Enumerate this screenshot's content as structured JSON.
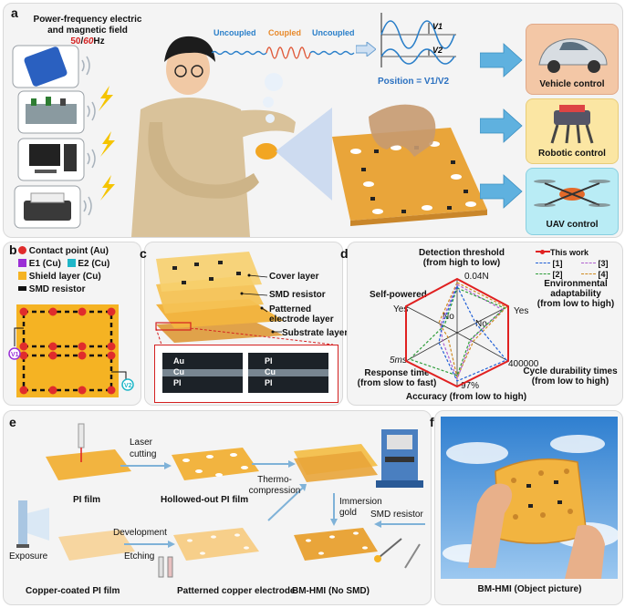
{
  "panel_a": {
    "label": "a",
    "field_line1": "Power-frequency electric",
    "field_line2": "and magnetic field",
    "freq_a": "50",
    "freq_sep": "/",
    "freq_b": "60",
    "freq_unit": "Hz",
    "uncoupled_left": "Uncoupled",
    "coupled": "Coupled",
    "uncoupled_right": "Uncoupled",
    "v1": "V1",
    "v2": "V2",
    "position_formula": "Position = V1/V2",
    "outputs": [
      "Vehicle control",
      "Robotic control",
      "UAV control"
    ]
  },
  "panel_b": {
    "label": "b",
    "legend": [
      "Contact point (Au)",
      "E1 (Cu)",
      "E2 (Cu)",
      "Shield layer (Cu)",
      "SMD resistor"
    ],
    "v1_tag": "V1",
    "v2_tag": "V2"
  },
  "panel_c": {
    "label": "c",
    "layers": [
      "Cover layer",
      "SMD resistor",
      "Patterned electrode layer",
      "Substrate layer"
    ],
    "micro_left": [
      "Au",
      "Cu",
      "PI"
    ],
    "micro_right": [
      "PI",
      "Cu",
      "PI"
    ]
  },
  "panel_d": {
    "label": "d",
    "axes": [
      {
        "title": "Detection threshold",
        "sub": "(from high to low)",
        "value": "0.04N"
      },
      {
        "title": "Environmental adaptability",
        "sub": "(from low to high)",
        "value": "Yes"
      },
      {
        "title": "Cycle durability times",
        "sub": "(from low to high)",
        "value": "400000"
      },
      {
        "title": "Accuracy (from low to high)",
        "sub": "",
        "value": "97%"
      },
      {
        "title": "Response time",
        "sub": "(from slow to fast)",
        "value": "5ms"
      },
      {
        "title": "Self-powered",
        "sub": "",
        "value": "Yes"
      }
    ],
    "inner_labels": [
      "No",
      "No"
    ],
    "legend": [
      "This work",
      "[1]",
      "[3]",
      "[2]",
      "[4]"
    ],
    "colors": {
      "this_work": "#e02020",
      "ref1": "#1f5fd6",
      "ref2": "#2e9e3a",
      "ref3": "#b060d0",
      "ref4": "#d08a20"
    }
  },
  "panel_e": {
    "label": "e",
    "steps": {
      "pi_film": "PI film",
      "laser": "Laser",
      "cutting": "cutting",
      "hollowed": "Hollowed-out PI film",
      "thermo": "Thermo-",
      "compression": "compression",
      "immersion": "Immersion",
      "gold": "gold",
      "exposure": "Exposure",
      "development": "Development",
      "etching": "Etching",
      "copper_coated": "Copper-coated PI film",
      "patterned": "Patterned copper electrode",
      "bm_no_smd": "BM-HMI (No SMD)",
      "smd_resistor": "SMD resistor"
    }
  },
  "panel_f": {
    "label": "f",
    "caption": "BM-HMI (Object picture)"
  }
}
